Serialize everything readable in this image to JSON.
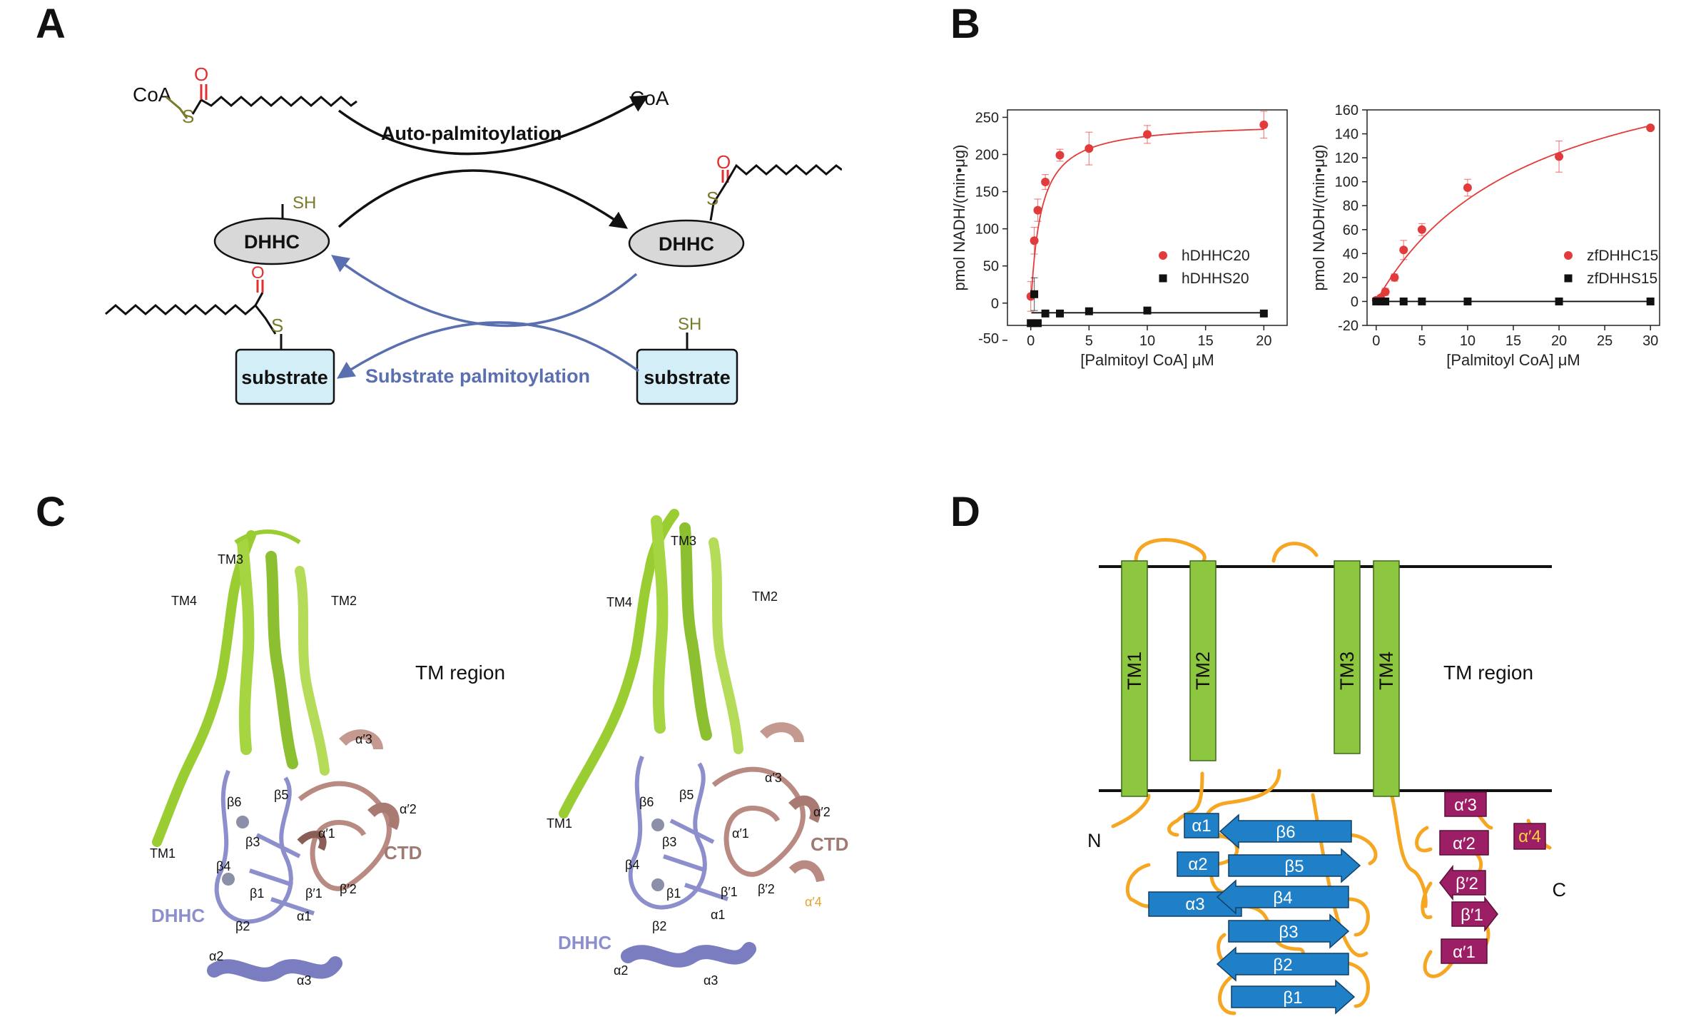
{
  "panels": {
    "A": "A",
    "B": "B",
    "C": "C",
    "D": "D"
  },
  "panel_a": {
    "coa_left": "CoA",
    "coa_right": "CoA",
    "s_label": "S",
    "o_label": "O",
    "sh_label": "SH",
    "dhhc_left": "DHHC",
    "dhhc_right": "DHHC",
    "auto_label": "Auto-palmitoylation",
    "substrate_left": "substrate",
    "substrate_right": "substrate",
    "substrate_pal_label": "Substrate palmitoylation",
    "colors": {
      "sulfur": "#7a7a2a",
      "oxygen": "#e03030",
      "blue_arrow": "#5a6fb0",
      "dhhc_fill": "#d8d8d8",
      "substrate_fill": "#d4eef8"
    }
  },
  "chart_data": [
    {
      "type": "scatter",
      "xlabel": "[Palmitoyl CoA] μM",
      "ylabel": "pmol NADH/(min•μg)",
      "xlim": [
        -2,
        22
      ],
      "ylim": [
        -30,
        260
      ],
      "xticks": [
        0,
        5,
        10,
        15,
        20
      ],
      "yticks": [
        -50,
        0,
        50,
        100,
        150,
        200,
        250
      ],
      "legend_position": "center-right",
      "series": [
        {
          "name": "hDHHC20",
          "color": "#e23b3b",
          "marker": "circle",
          "x": [
            0,
            0.3,
            0.6,
            1.25,
            2.5,
            5,
            10,
            20
          ],
          "y": [
            9,
            84,
            125,
            163,
            199,
            208,
            227,
            240
          ],
          "err": [
            20,
            18,
            15,
            10,
            8,
            22,
            12,
            18
          ]
        },
        {
          "name": "hDHHS20",
          "color": "#111111",
          "marker": "square",
          "x": [
            0,
            0.3,
            0.6,
            1.25,
            2.5,
            5,
            10,
            20
          ],
          "y": [
            -27,
            12,
            -27,
            -14,
            -14,
            -11,
            -10,
            -14
          ],
          "err": [
            0,
            22,
            0,
            0,
            0,
            0,
            0,
            0
          ]
        }
      ]
    },
    {
      "type": "scatter",
      "xlabel": "[Palmitoyl CoA] μM",
      "ylabel": "pmol NADH/(min•μg)",
      "xlim": [
        -1,
        31
      ],
      "ylim": [
        -20,
        160
      ],
      "xticks": [
        0,
        5,
        10,
        15,
        20,
        25,
        30
      ],
      "yticks": [
        -20,
        0,
        20,
        40,
        60,
        80,
        100,
        120,
        140,
        160
      ],
      "legend_position": "center-right",
      "series": [
        {
          "name": "zfDHHC15",
          "color": "#e23b3b",
          "marker": "circle",
          "x": [
            0,
            0.5,
            1,
            2,
            3,
            5,
            10,
            20,
            30
          ],
          "y": [
            1,
            3,
            8,
            20,
            43,
            60,
            95,
            121,
            145
          ],
          "err": [
            0,
            2,
            3,
            3,
            8,
            5,
            7,
            13,
            0
          ]
        },
        {
          "name": "zfDHHS15",
          "color": "#111111",
          "marker": "square",
          "x": [
            0,
            0.5,
            1,
            3,
            5,
            10,
            20,
            30
          ],
          "y": [
            0,
            0,
            0,
            0,
            0,
            0,
            0,
            0
          ],
          "err": [
            0,
            0,
            0,
            0,
            0,
            0,
            0,
            0
          ]
        }
      ]
    }
  ],
  "panel_c": {
    "left": {
      "tm1": "TM1",
      "tm2": "TM2",
      "tm3": "TM3",
      "tm4": "TM4",
      "ctd": "CTD",
      "dhhc": "DHHC",
      "a1": "α1",
      "a2": "α2",
      "a3": "α3",
      "b1": "β1",
      "b2": "β2",
      "b3": "β3",
      "b4": "β4",
      "b5": "β5",
      "b6": "β6",
      "ap1": "α′1",
      "ap2": "α′2",
      "ap3": "α′3",
      "bp1": "β′1",
      "bp2": "β′2"
    },
    "right": {
      "tm1": "TM1",
      "tm2": "TM2",
      "tm3": "TM3",
      "tm4": "TM4",
      "ctd": "CTD",
      "dhhc": "DHHC",
      "a1": "α1",
      "a2": "α2",
      "a3": "α3",
      "b1": "β1",
      "b2": "β2",
      "b3": "β3",
      "b4": "β4",
      "b5": "β5",
      "b6": "β6",
      "ap1": "α′1",
      "ap2": "α′2",
      "ap3": "α′3",
      "ap4": "α′4",
      "bp1": "β′1",
      "bp2": "β′2"
    },
    "tm_region": "TM region",
    "colors": {
      "tm": "#9acd32",
      "dhhc": "#8c8fcc",
      "ctd": "#b88a82",
      "ap4": "#e8a030"
    }
  },
  "panel_d": {
    "tm_bars": [
      "TM1",
      "TM2",
      "TM3",
      "TM4"
    ],
    "tm_region": "TM region",
    "n_label": "N",
    "c_label": "C",
    "alpha": [
      "α1",
      "α2",
      "α3"
    ],
    "beta": [
      "β6",
      "β5",
      "β4",
      "β3",
      "β2",
      "β1"
    ],
    "ctd_boxes": [
      "α′3",
      "α′2",
      "β′2",
      "β′1",
      "α′1"
    ],
    "ap4": "α′4",
    "colors": {
      "tm": "#8dc63f",
      "loop": "#f5a623",
      "blue": "#1f7fc7",
      "purple": "#9c1f66",
      "ap4_text": "#ffd23f"
    }
  }
}
